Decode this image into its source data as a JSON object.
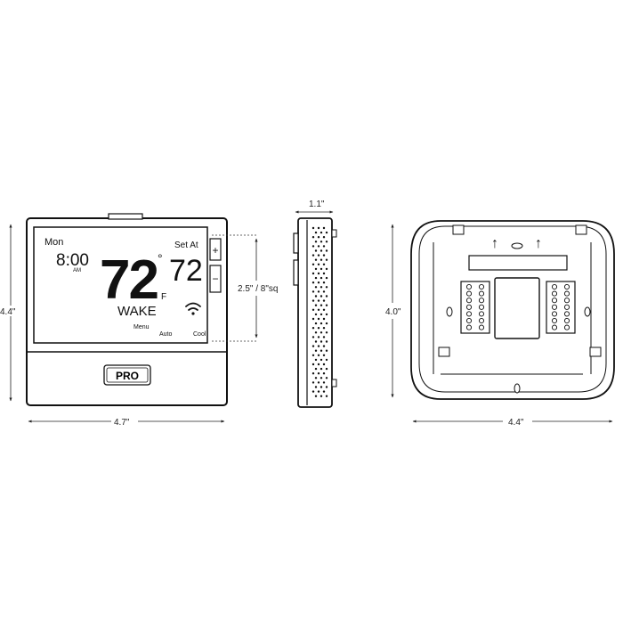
{
  "front": {
    "day": "Mon",
    "time": "8:00",
    "am": "AM",
    "temp": "72",
    "degree": "°",
    "unit": "F",
    "set_at_label": "Set At",
    "set_temp": "72",
    "period": "WAKE",
    "menu": "Menu",
    "auto": "Auto",
    "cool": "Cool",
    "plus": "+",
    "minus": "−",
    "logo": "PRO"
  },
  "dimensions": {
    "front_width": "4.7\"",
    "front_height": "4.4\"",
    "screen": "2.5\" / 8\"sq",
    "side_depth": "1.1\"",
    "back_height": "4.0\"",
    "back_width": "4.4\""
  },
  "back": {
    "arrow_left": "↑",
    "arrow_right": "↑"
  }
}
